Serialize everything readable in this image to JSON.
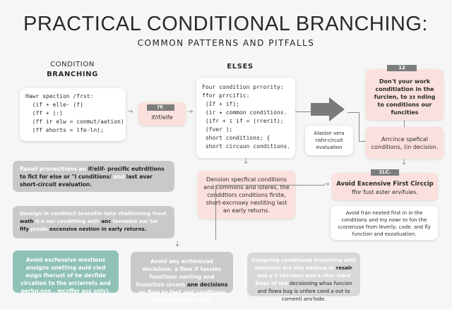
{
  "header": {
    "title": "PRACTICAL CONDITIONAL BRANCHING:",
    "subtitle": "COMMON PATTERNS AND PITFALLS"
  },
  "left_section": {
    "label_line1": "CONDITION",
    "label_line2": "BRANCHING",
    "code_box": "Hawr spection /frst:\n  (if + elle· (f)\n  (ff + ):)\n  (ff ir elw = conmut/aation)\n  (ff ehorts = lfe-ln);",
    "badge_tag": "IY.",
    "badge_text": "if/if/elfe"
  },
  "middle_section": {
    "label": "ELSES",
    "code_box": "Four condition prrority:\nffor prrcific:\n (If + if);\n (ir ✦ common conditions.\n (ifr + ɪ if = (rrerit);\n (fver );\n short conditions; {\n short circuun conditions.",
    "note_box": "Alasion vera rishr-circuit evaluation",
    "pink_box": "Dension specfical conditions and commons and lsteres, the conddtlors conditions firste, short-excrnoиy nestiting last an early returns."
  },
  "right_section": {
    "tag_top": "12",
    "box_top": "Don't your work conditiation in the furcien, to ɜɜ nding to conditions our funcities",
    "box_mid": "Arrcince spefical conditions, (in decision.",
    "tag_mid": "1LC.",
    "box_avoid_line1": "Avoid Excensive First Circcip",
    "box_avoid_line2": "ffor fust ester ervifuies.",
    "box_white": "Avoid fran nexted first in in the conditions and my nowr to fon the cconenuse from leverly; code. and fly function and exzaliuation."
  },
  "bubbles": [
    {
      "light": "Pavall pronecitions an ",
      "dark": "if/elif- procific eutrditions to fict for else  or \"I cunditions/",
      "light2": " and ",
      "dark2": "last avar short-circuit evaluation."
    },
    {
      "light": "Dessign in conditiell branefür lane chalitioning frout ",
      "dark": "wath",
      "light2": " it a nor conditting arjfr ",
      "dark2": "anc",
      "light3": " tonnable zur tor ",
      "dark3": "fify",
      "light4": " preals ",
      "dark4": "excensive nestion in early returns."
    }
  ],
  "bottom": {
    "teal": "Avoid excfensive mestions ansigns unetting auid cled esign fherust of he decfide circation tn the arcierrets and perlur.enn , mcyffer ass only).",
    "grey_mid_a": "Avoid aoy ecttenivad decisions: a flow if tassies functions nesting  and fuunction urcers ",
    "grey_mid_dark": "ane decisions",
    "grey_mid_b": " an flow to fest and confitions an maintaable code.",
    "grey_right_a": "Dasigning conditional branching with towsisies are this eeating to ",
    "grey_right_dark": "resalr",
    "grey_right_b": " and y d ekcrtons and a cher stact frees of the",
    "grey_right_c": "decisioning whax funcion and flowa bug is unfore cand a out to cornentl ans'lode."
  },
  "colors": {
    "pink": "#fbe1dd",
    "teal": "#8fc1b6",
    "grey": "#c9c9c9",
    "tag": "#7d7d7d"
  }
}
